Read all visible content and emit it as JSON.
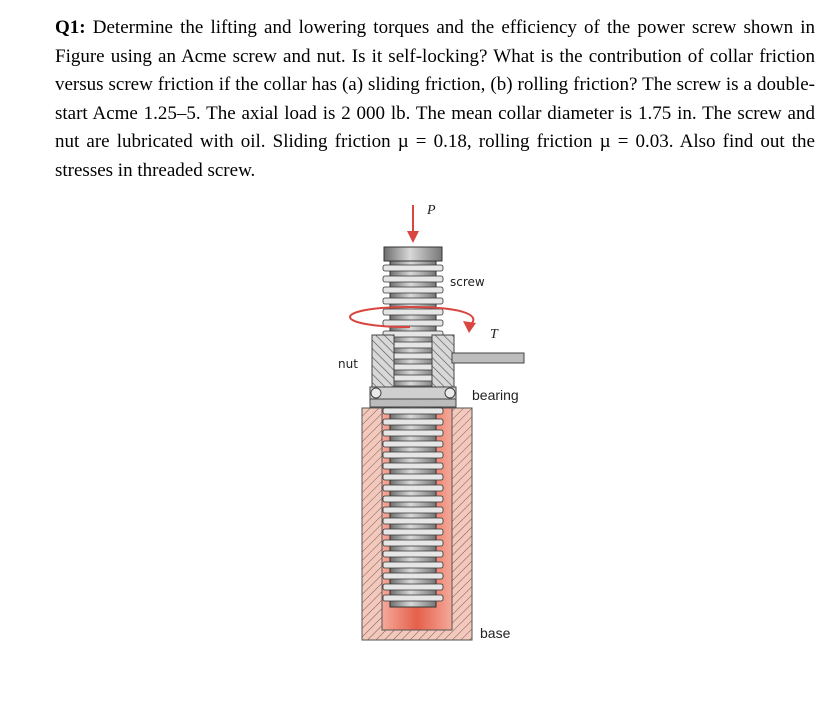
{
  "question": {
    "label": "Q1:",
    "text": "Determine the lifting and lowering torques and the efficiency of the power screw shown in Figure using an Acme screw and nut. Is it self-locking? What is the contribution of collar friction versus screw friction if the collar has (a) sliding friction, (b) rolling friction? The screw is a double-start Acme 1.25–5. The axial load is 2 000 lb. The mean collar diameter is 1.75 in. The screw and nut are lubricated with oil. Sliding friction µ = 0.18, rolling friction µ = 0.03. Also find out the stresses in threaded screw."
  },
  "figure": {
    "load_label": "P",
    "torque_label": "T",
    "screw_label": "screw",
    "nut_label": "nut",
    "bearing_label": "bearing",
    "base_label": "base",
    "colors": {
      "arrow": "#d9453f",
      "screw": "#9a9a9a",
      "screw_dark": "#505050",
      "base_fill": "#f0b7a8",
      "base_inner": "#ea7560",
      "nut": "#8a8a8a"
    }
  }
}
